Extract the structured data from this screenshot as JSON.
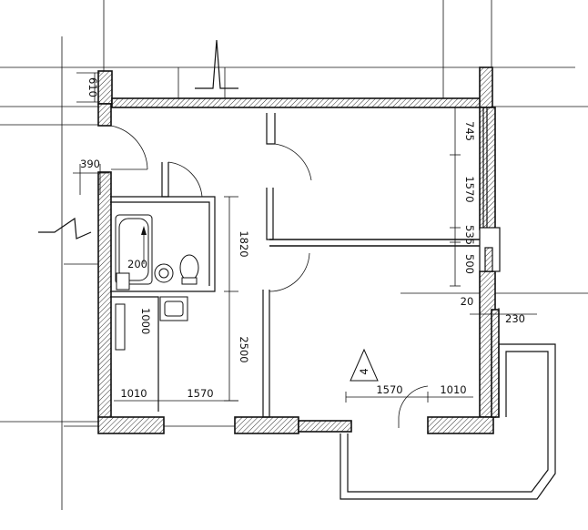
{
  "plan": {
    "room_marker": "4",
    "dimensions": {
      "d610": "610",
      "d745": "745",
      "d390": "390",
      "d1570_right": "1570",
      "d1820": "1820",
      "d535": "535",
      "d500": "500",
      "d20": "20",
      "d230": "230",
      "d2500": "2500",
      "d1010_left": "1010",
      "d1570_bottom_left": "1570",
      "d1570_bottom_right": "1570",
      "d1010_right": "1010",
      "d200": "200",
      "d1000": "1000"
    }
  }
}
